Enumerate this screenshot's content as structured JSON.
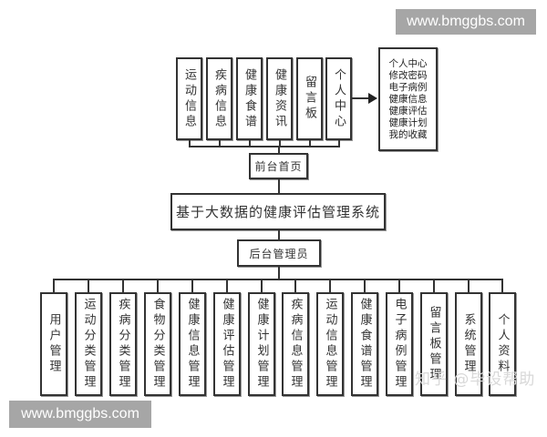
{
  "watermarks": {
    "top_right": "www.bmggbs.com",
    "bottom_left": "www.bmggbs.com",
    "faint_overlay": "知乎 @毕设帮助"
  },
  "diagram": {
    "title": "基于大数据的健康评估管理系统",
    "frontend": {
      "label": "前台首页",
      "modules": [
        "运动信息",
        "疾病信息",
        "健康食谱",
        "健康资讯",
        "留言板",
        "个人中心"
      ],
      "personal_center_details": [
        "个人中心",
        "修改密码",
        "电子病例",
        "健康信息",
        "健康评估",
        "健康计划",
        "我的收藏"
      ]
    },
    "backend": {
      "label": "后台管理员",
      "modules": [
        "用户管理",
        "运动分类管理",
        "疾病分类管理",
        "食物分类管理",
        "健康信息管理",
        "健康评估管理",
        "健康计划管理",
        "疾病信息管理",
        "运动信息管理",
        "健康食谱管理",
        "电子病例管理",
        "留言板管理",
        "系统管理",
        "个人资料"
      ]
    }
  }
}
